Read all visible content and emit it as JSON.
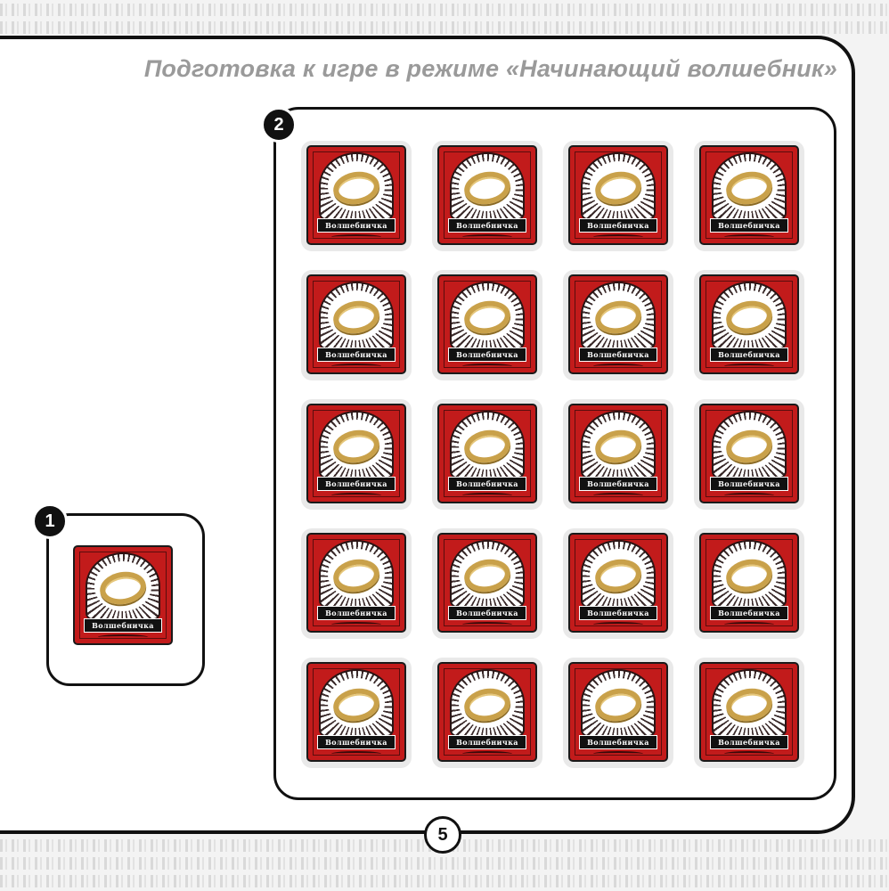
{
  "title": "Подготовка к игре в режиме «Начинающий волшебник»",
  "steps": {
    "single": "1",
    "grid": "2"
  },
  "page_number": "5",
  "token": {
    "label": "Волшебничка",
    "icon": "gold-ring-icon"
  },
  "grid": {
    "rows": 5,
    "columns": 4
  },
  "colors": {
    "token_red": "#c21b1b",
    "ring_gold": "#c9a14a",
    "frame": "#111111",
    "title_gray": "#9a9a9a"
  }
}
